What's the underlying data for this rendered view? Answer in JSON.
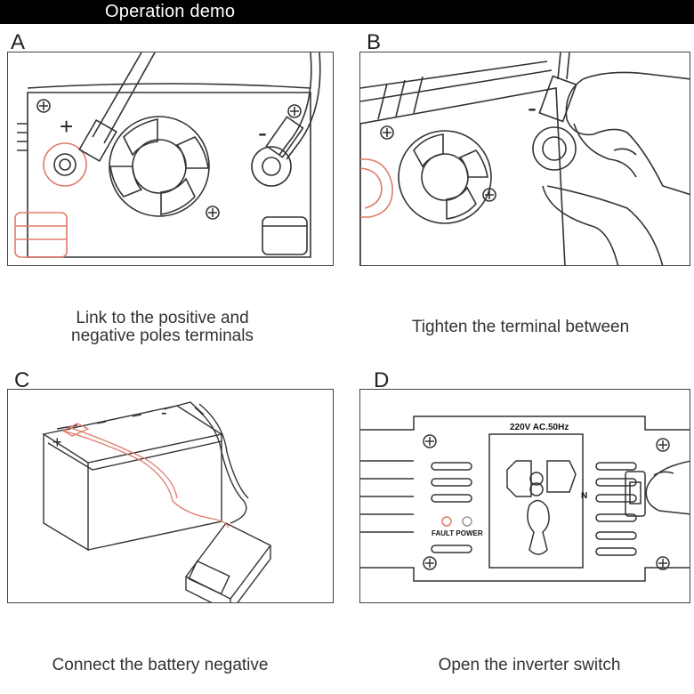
{
  "header": {
    "title": "Operation demo"
  },
  "steps": [
    {
      "letter": "A",
      "caption_line1": "Link to the positive and",
      "caption_line2": "negative poles terminals",
      "plus": "+",
      "minus": "-"
    },
    {
      "letter": "B",
      "caption": "Tighten the terminal between",
      "minus": "-"
    },
    {
      "letter": "C",
      "caption": "Connect the battery negative",
      "plus": "+",
      "minus": "-"
    },
    {
      "letter": "D",
      "caption": "Open the inverter switch",
      "panel_label": "220V AC.50Hz",
      "fault_label": "FAULT POWER",
      "n_label": "N"
    }
  ],
  "colors": {
    "header_bg": "#000000",
    "wire_red": "#e07a6a",
    "line": "#333333"
  }
}
